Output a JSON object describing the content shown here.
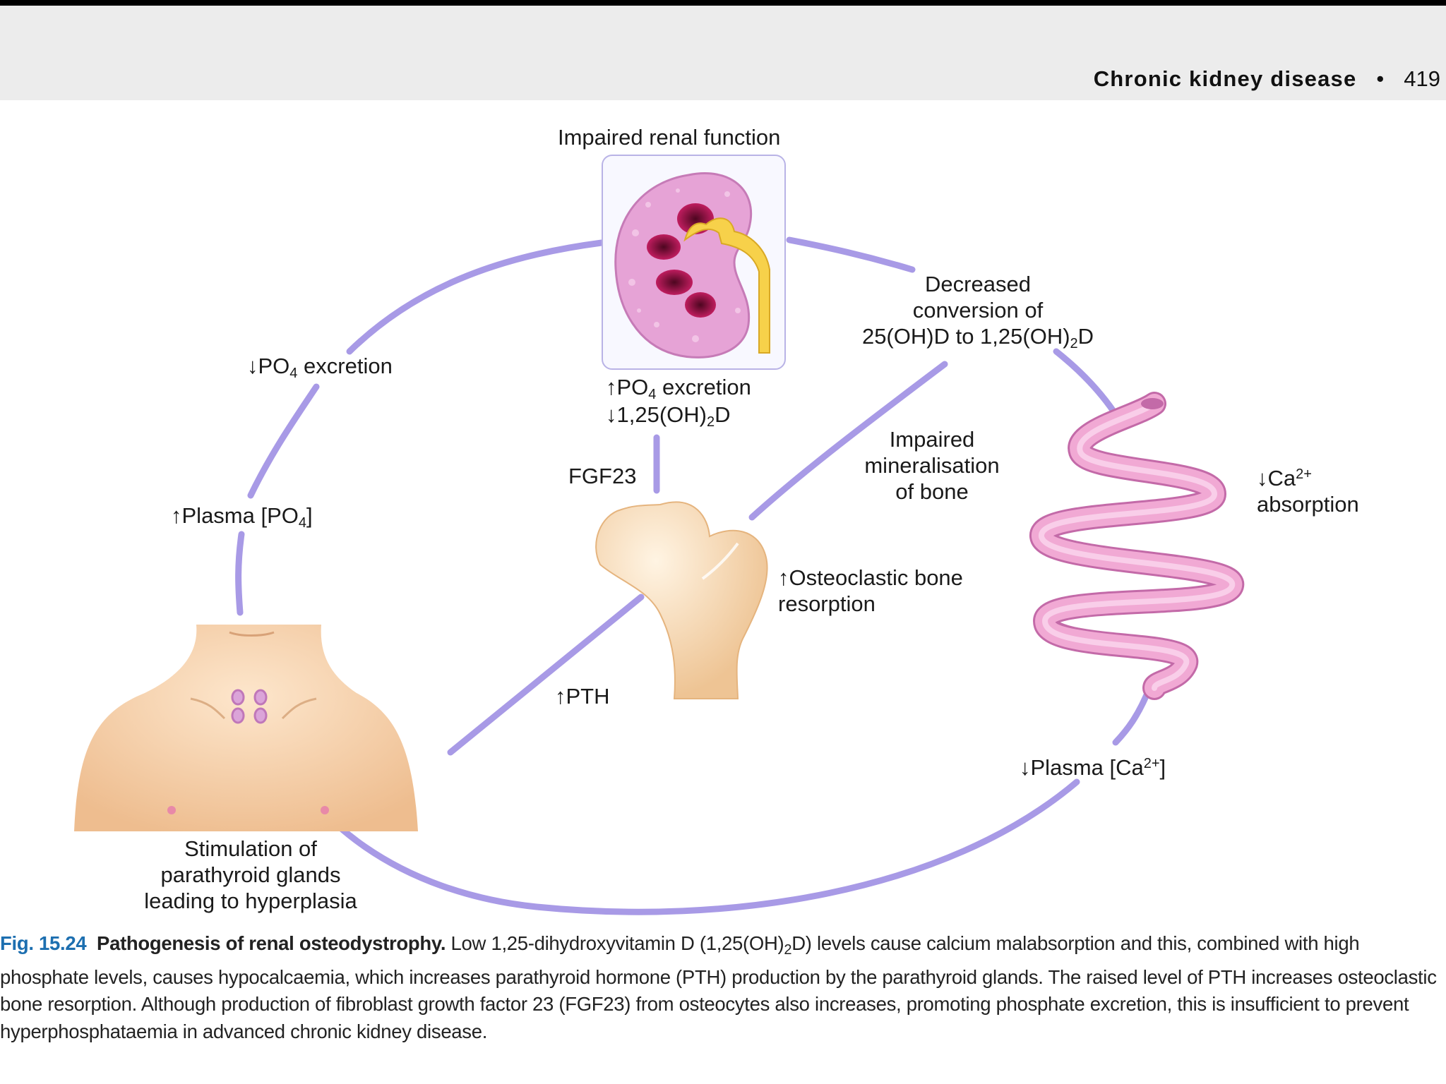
{
  "header": {
    "section_title": "Chronic kidney disease",
    "separator": "•",
    "page_number": "419"
  },
  "diagram": {
    "kidney_title": "Impaired renal function",
    "po4_excretion_down_arrow": "↓",
    "po4_excretion_down_base": "PO",
    "po4_excretion_down_sub": "4",
    "po4_excretion_down_tail": " excretion",
    "plasma_po4_arrow": "↑",
    "plasma_po4_base": "Plasma [PO",
    "plasma_po4_sub": "4",
    "plasma_po4_tail": "]",
    "parathyroid_line1": "Stimulation of",
    "parathyroid_line2": "parathyroid glands",
    "parathyroid_line3": "leading to hyperplasia",
    "po4_up_arrow": "↑",
    "po4_up_base": "PO",
    "po4_up_sub": "4",
    "po4_up_tail": " excretion",
    "vitd_down_arrow": "↓",
    "vitd_down_base": "1,25(OH)",
    "vitd_down_sub": "2",
    "vitd_down_tail": "D",
    "fgf23": "FGF23",
    "pth_arrow": "↑",
    "pth": "PTH",
    "conversion_line1": "Decreased",
    "conversion_line2": "conversion of",
    "conversion_line3_a": "25(OH)D to 1,25(OH)",
    "conversion_line3_sub": "2",
    "conversion_line3_b": "D",
    "mineral_line1": "Impaired",
    "mineral_line2": "mineralisation",
    "mineral_line3": "of bone",
    "osteo_line1_arrow": "↑",
    "osteo_line1": "Osteoclastic bone",
    "osteo_line2": "resorption",
    "ca_abs_arrow": "↓",
    "ca_abs_base": "Ca",
    "ca_abs_sup": "2+",
    "ca_abs_line2": "absorption",
    "plasma_ca_arrow": "↓",
    "plasma_ca_base": "Plasma [Ca",
    "plasma_ca_sup": "2+",
    "plasma_ca_tail": "]"
  },
  "caption": {
    "figure_number": "Fig. 15.24",
    "title": "Pathogenesis of renal osteodystrophy.",
    "text_part1": " Low 1,25-dihydroxyvitamin D (1,25(OH)",
    "text_sub": "2",
    "text_part2": "D) levels cause calcium malabsorption and this, combined with high phosphate levels, causes hypocalcaemia, which increases parathyroid hormone (PTH) production by the parathyroid glands. The raised level of PTH increases osteoclastic bone resorption. Although production of fibroblast growth factor 23 (FGF23) from osteocytes also increases, promoting phosphate excretion, this is insufficient to prevent hyperphosphataemia in advanced chronic kidney disease."
  },
  "colors": {
    "arrow": "#a89ae6",
    "header_band": "#ececec",
    "figure_number": "#1d6fb0",
    "kidney_cortex": "#e6a3d6",
    "kidney_medulla": "#8e1040",
    "kidney_pelvis": "#f7d14a",
    "skin": "#f7d2a8",
    "gut": "#f1a9d4",
    "parathyroid": "#d98fd0"
  },
  "icons": [
    "kidney-illustration",
    "femur-illustration",
    "intestine-illustration",
    "neck-torso-illustration"
  ]
}
